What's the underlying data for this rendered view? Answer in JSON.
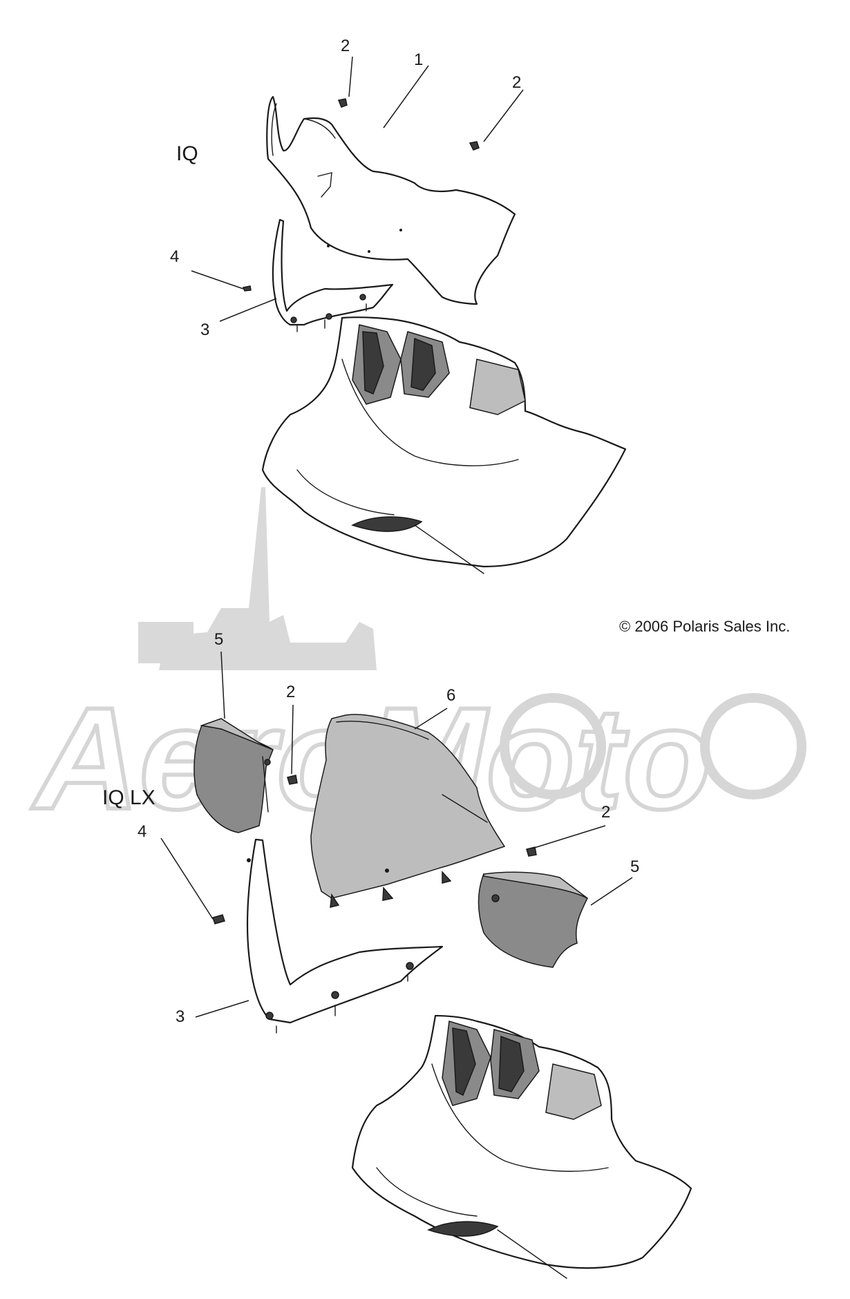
{
  "sections": {
    "top": "IQ",
    "bottom": "IQ LX"
  },
  "copyright": "© 2006 Polaris Sales Inc.",
  "watermark": {
    "text": "AeroMoto"
  },
  "callouts_top": [
    {
      "id": "c-top-2a",
      "label": "2"
    },
    {
      "id": "c-top-1",
      "label": "1"
    },
    {
      "id": "c-top-2b",
      "label": "2"
    },
    {
      "id": "c-top-4",
      "label": "4"
    },
    {
      "id": "c-top-3",
      "label": "3"
    }
  ],
  "callouts_bottom": [
    {
      "id": "c-bot-5a",
      "label": "5"
    },
    {
      "id": "c-bot-2a",
      "label": "2"
    },
    {
      "id": "c-bot-6",
      "label": "6"
    },
    {
      "id": "c-bot-2b",
      "label": "2"
    },
    {
      "id": "c-bot-5b",
      "label": "5"
    },
    {
      "id": "c-bot-4",
      "label": "4"
    },
    {
      "id": "c-bot-3",
      "label": "3"
    }
  ]
}
